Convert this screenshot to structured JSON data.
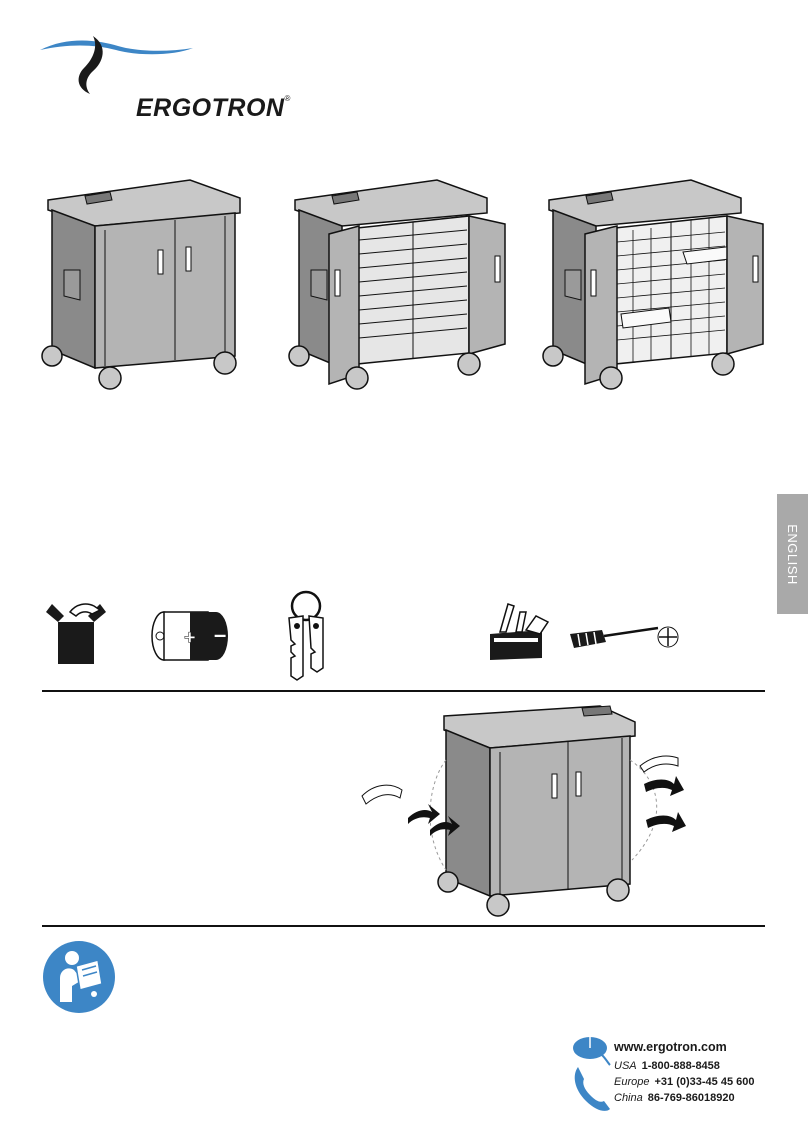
{
  "brand": {
    "name": "ERGOTRON",
    "reg_mark": "®"
  },
  "language_tab": "ENGLISH",
  "contact": {
    "website": "www.ergotron.com",
    "phones": [
      {
        "region": "USA",
        "number": "1-800-888-8458"
      },
      {
        "region": "Europe",
        "number": "+31 (0)33-45 45 600"
      },
      {
        "region": "China",
        "number": "86-769-86018920"
      }
    ]
  },
  "colors": {
    "ink": "#1a1a1a",
    "cart_gray": "#b4b4b4",
    "cart_dark": "#8a8a8a",
    "tab_gray": "#a9a9a9",
    "accent_blue": "#3d86c6"
  },
  "icons": [
    "box-unpack-icon",
    "battery-icon",
    "keys-icon",
    "toolbox-icon",
    "screwdriver-icon",
    "phillips-tip-icon",
    "read-manual-icon",
    "mouse-icon",
    "phone-icon"
  ]
}
